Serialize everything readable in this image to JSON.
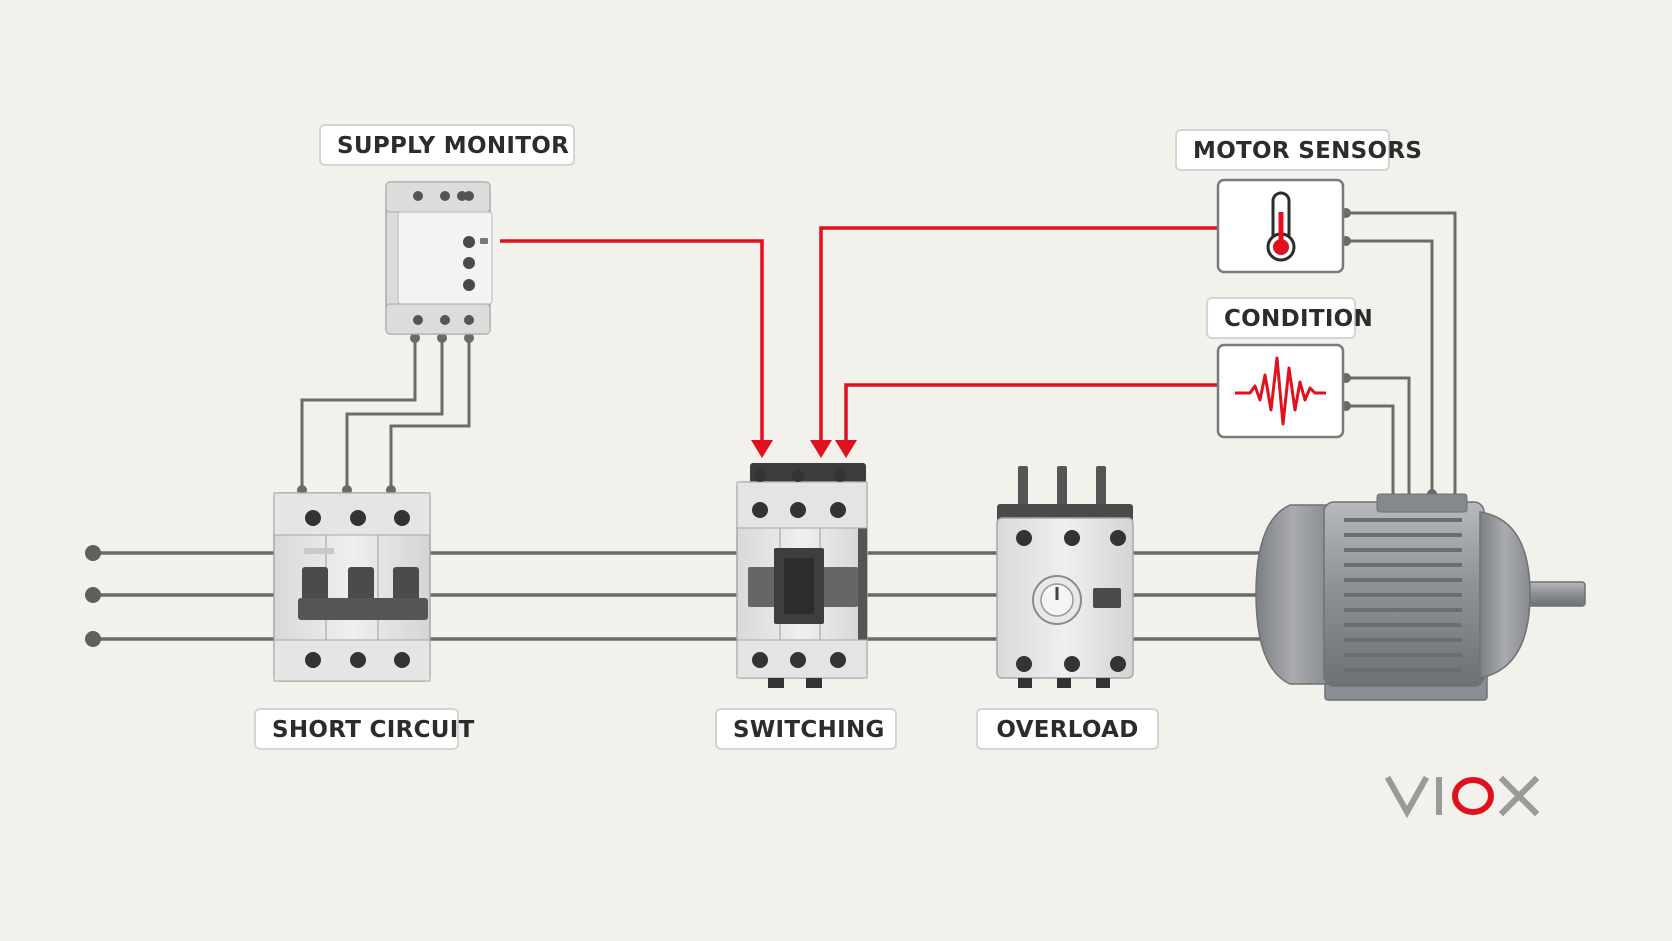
{
  "labels": {
    "supply_monitor": "SUPPLY MONITOR",
    "motor_sensors": "MOTOR SENSORS",
    "condition": "CONDITION",
    "short_circuit": "SHORT CIRCUIT",
    "switching": "SWITCHING",
    "overload": "OVERLOAD"
  },
  "logo": {
    "text": "VIOX"
  },
  "icons": {
    "temperature": "thermometer-icon",
    "vibration": "vibration-waveform-icon"
  },
  "colors": {
    "background": "#f3f1ec",
    "control_wire": "#e0101e",
    "power_wire": "#6a6a6a",
    "device_body": "#e9e9e9",
    "motor": "#8e9195",
    "logo_gray": "#9a9a9a",
    "logo_red": "#e0101e"
  }
}
